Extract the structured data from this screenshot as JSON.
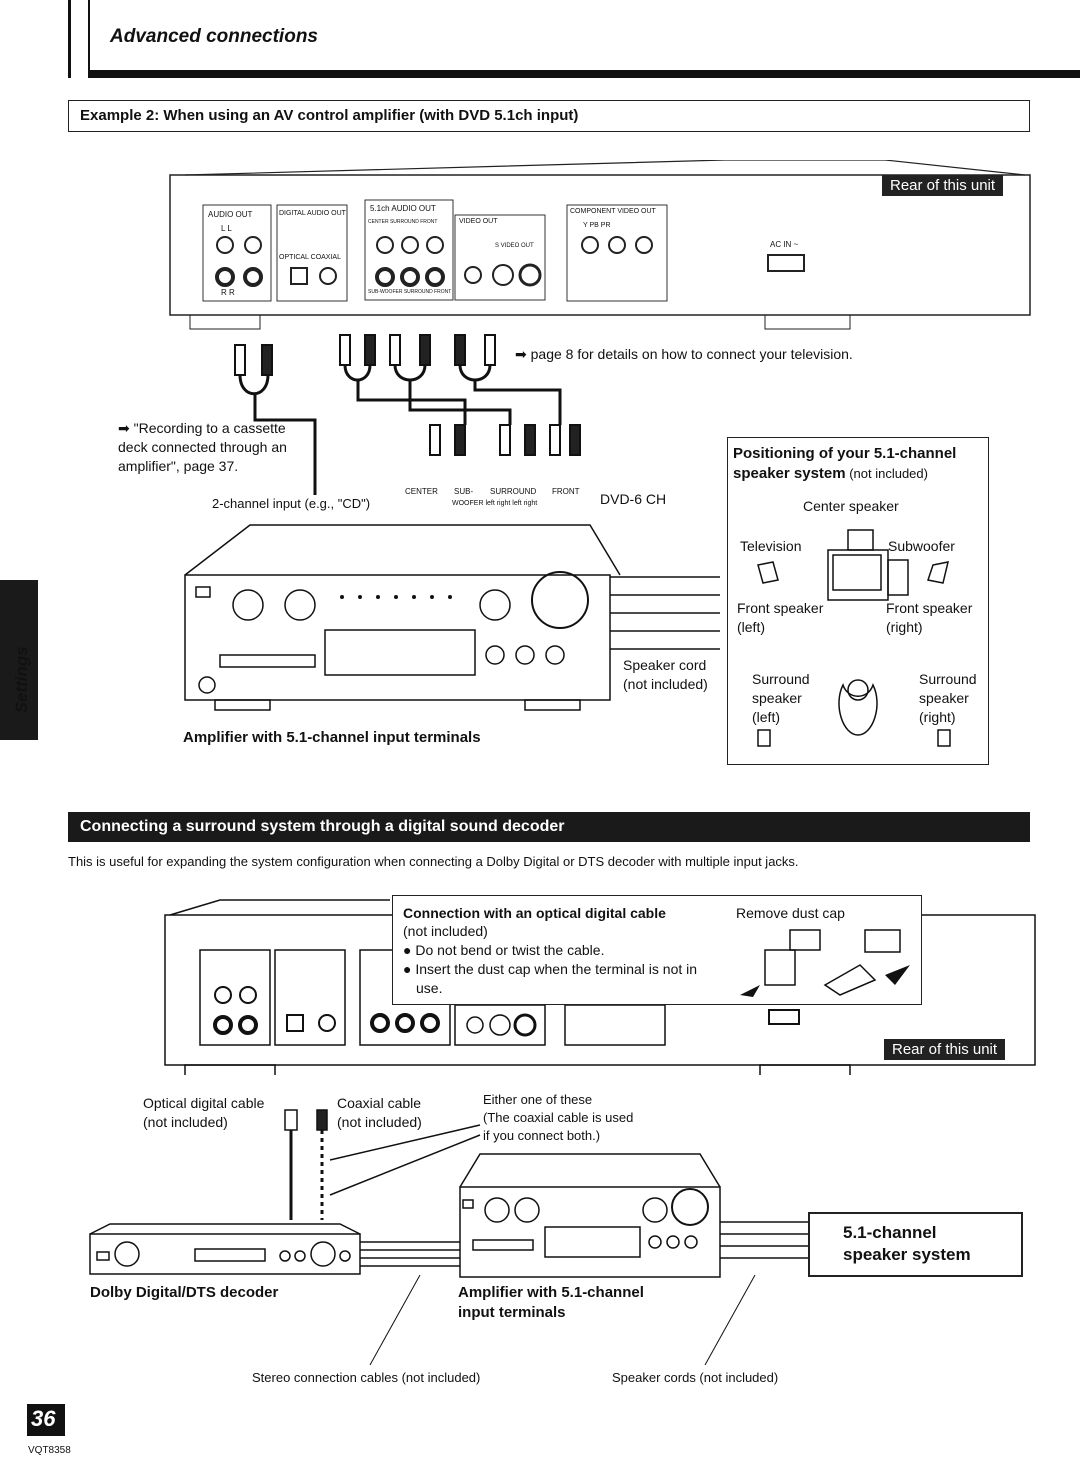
{
  "header": {
    "section_title": "Advanced connections"
  },
  "example_box": {
    "title": "Example 2: When using an AV control amplifier (with DVD 5.1ch input)"
  },
  "rear_panel_top": {
    "tag": "Rear of this unit",
    "audio_out": "AUDIO OUT",
    "digital_audio_out": "DIGITAL AUDIO OUT",
    "optical_coaxial": "OPTICAL COAXIAL",
    "ch51_audio_out": "5.1ch AUDIO OUT",
    "center_surround_front": "CENTER  SURROUND  FRONT",
    "subwoofer_surround_front": "SUB-WOOFER  SURROUND  FRONT",
    "video_out": "VIDEO OUT",
    "s_video_out": "S VIDEO OUT",
    "component_video_out": "COMPONENT VIDEO OUT",
    "component_labels": "Y    PB    PR",
    "ac_in": "AC IN ~",
    "lr_top": "L    L",
    "lr_bottom": "R    R"
  },
  "notes": {
    "page8": "➡ page 8 for details on how to connect your television.",
    "recording_line1": "➡ \"Recording to a cassette",
    "recording_line2": "deck connected through an",
    "recording_line3": "amplifier\", page 37.",
    "two_channel_input": "2-channel input (e.g., \"CD\")",
    "plug_labels": [
      "CENTER",
      "SUB-",
      "SURROUND",
      "FRONT"
    ],
    "plug_sublabels": "WOOFER   left   right   left   right",
    "dvd6ch": "DVD-6 CH",
    "speaker_cord_1": "Speaker cord",
    "speaker_cord_2": "(not included)",
    "amp_caption": "Amplifier with 5.1-channel input terminals"
  },
  "positioning_box": {
    "title_line1": "Positioning of your 5.1-channel",
    "title_line2_bold": "speaker system",
    "title_line2_rest": " (not included)",
    "center": "Center speaker",
    "television": "Television",
    "subwoofer": "Subwoofer",
    "front_left_1": "Front speaker",
    "front_left_2": "(left)",
    "front_right_1": "Front speaker",
    "front_right_2": "(right)",
    "surround_left": [
      "Surround",
      "speaker",
      "(left)"
    ],
    "surround_right": [
      "Surround",
      "speaker",
      "(right)"
    ]
  },
  "banner2": {
    "title": "Connecting a surround system through a digital sound decoder"
  },
  "intro": "This is useful for expanding the system configuration when connecting a Dolby Digital or DTS decoder with multiple input jacks.",
  "optical_box": {
    "title": "Connection with an optical digital cable",
    "not_included": "(not included)",
    "bullet1": "● Do not bend or twist the cable.",
    "bullet2": "● Insert the dust cap when the terminal is not in",
    "bullet2b": "use.",
    "remove_dust_cap": "Remove dust cap"
  },
  "bottom": {
    "rear_tag": "Rear of this unit",
    "optical_cable_1": "Optical digital cable",
    "optical_cable_2": "(not included)",
    "coaxial_cable_1": "Coaxial cable",
    "coaxial_cable_2": "(not included)",
    "either_1": "Either one of these",
    "either_2": "(The coaxial cable is used",
    "either_3": "if you connect both.)",
    "decoder_caption": "Dolby Digital/DTS decoder",
    "amp_caption_1": "Amplifier with 5.1-channel",
    "amp_caption_2": "input terminals",
    "system_1": "5.1-channel",
    "system_2": "speaker system",
    "stereo_cables": "Stereo connection cables (not included)",
    "speaker_cords": "Speaker cords (not included)"
  },
  "side_tab": "Settings",
  "footer": {
    "page_number": "36",
    "code": "VQT8358"
  }
}
